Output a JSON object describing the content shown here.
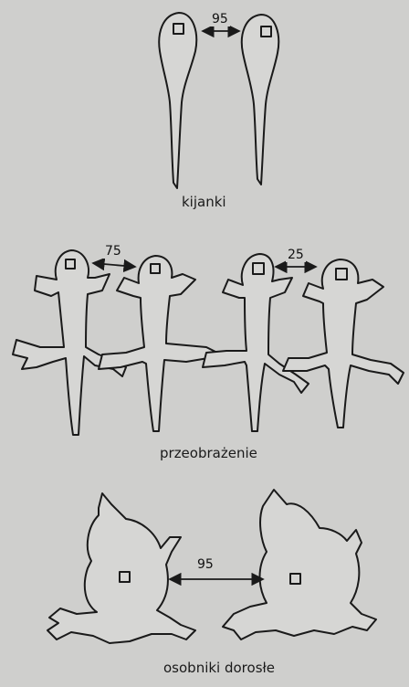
{
  "stages": {
    "tadpoles": {
      "label": "kijanki",
      "distance": "95"
    },
    "metamorphosis": {
      "label": "przeobrażenie",
      "distance_left": "75",
      "distance_right": "25"
    },
    "adults": {
      "label": "osobniki dorosłe",
      "distance": "95"
    }
  },
  "colors": {
    "ink": "#1a1a1a",
    "paper": "#cfcfcd",
    "fill": "#d6d6d4"
  }
}
